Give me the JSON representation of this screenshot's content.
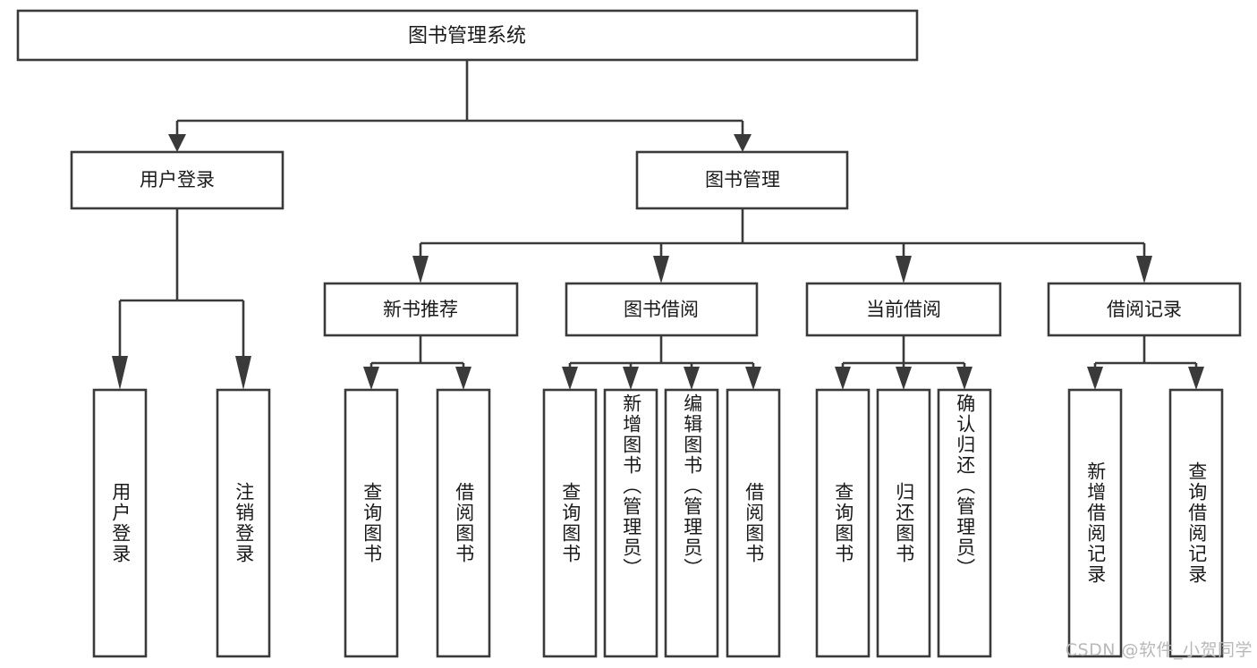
{
  "diagram": {
    "type": "tree-hierarchy",
    "title": "图书管理系统",
    "watermark": "CSDN @软件_小贺同学",
    "root": {
      "id": "root",
      "label": "图书管理系统"
    },
    "level2": [
      {
        "id": "user-login",
        "label": "用户登录"
      },
      {
        "id": "book-management",
        "label": "图书管理"
      }
    ],
    "level3": [
      {
        "id": "new-book-recommend",
        "label": "新书推荐",
        "parent": "book-management"
      },
      {
        "id": "book-borrow",
        "label": "图书借阅",
        "parent": "book-management"
      },
      {
        "id": "current-borrow",
        "label": "当前借阅",
        "parent": "book-management"
      },
      {
        "id": "borrow-record",
        "label": "借阅记录",
        "parent": "book-management"
      }
    ],
    "leaves": [
      {
        "id": "leaf-user-login",
        "label": "用户登录",
        "parent": "user-login"
      },
      {
        "id": "leaf-user-logout",
        "label": "注销登录",
        "parent": "user-login"
      },
      {
        "id": "leaf-query-book-1",
        "label": "查询图书",
        "parent": "new-book-recommend"
      },
      {
        "id": "leaf-borrow-book-1",
        "label": "借阅图书",
        "parent": "new-book-recommend"
      },
      {
        "id": "leaf-query-book-2",
        "label": "查询图书",
        "parent": "book-borrow"
      },
      {
        "id": "leaf-add-book",
        "label": "新增图书（管理员）",
        "parent": "book-borrow"
      },
      {
        "id": "leaf-edit-book",
        "label": "编辑图书（管理员）",
        "parent": "book-borrow"
      },
      {
        "id": "leaf-borrow-book-2",
        "label": "借阅图书",
        "parent": "book-borrow"
      },
      {
        "id": "leaf-query-book-3",
        "label": "查询图书",
        "parent": "current-borrow"
      },
      {
        "id": "leaf-return-book",
        "label": "归还图书",
        "parent": "current-borrow"
      },
      {
        "id": "leaf-confirm-return",
        "label": "确认归还（管理员）",
        "parent": "current-borrow"
      },
      {
        "id": "leaf-add-record",
        "label": "新增借阅记录",
        "parent": "borrow-record"
      },
      {
        "id": "leaf-query-record",
        "label": "查询借阅记录",
        "parent": "borrow-record"
      }
    ],
    "colors": {
      "stroke": "#3a3a3a",
      "fill": "#ffffff",
      "text": "#1a1a1a",
      "watermark": "#b9b9b9",
      "background": "#ffffff"
    }
  }
}
